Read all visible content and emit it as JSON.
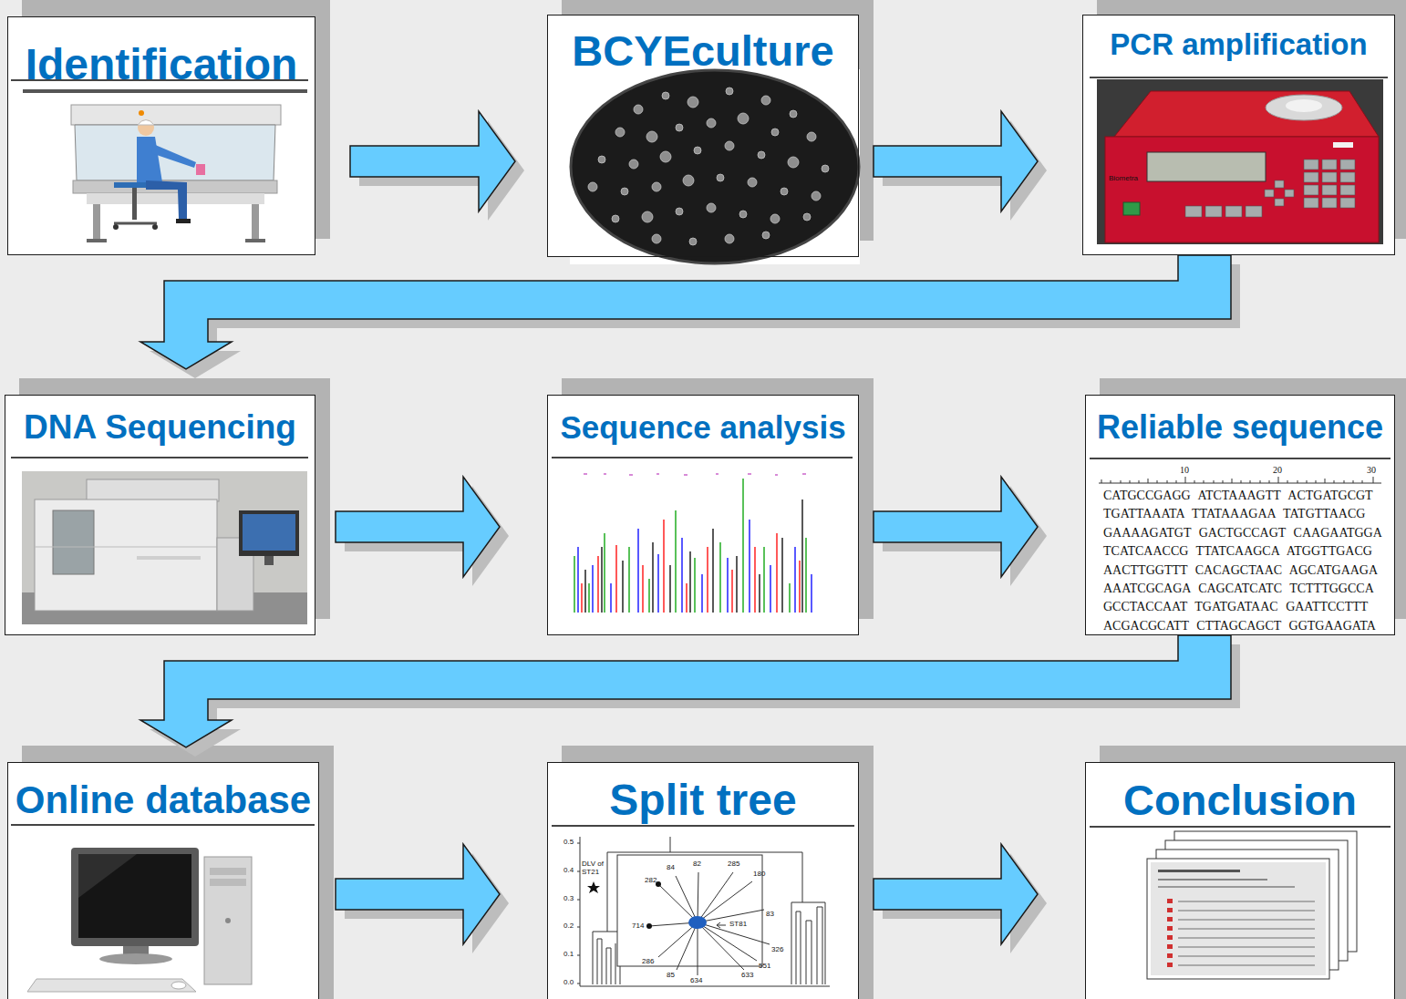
{
  "diagram": {
    "nodes": [
      {
        "text": [
          "Identification"
        ]
      },
      {
        "text": [
          "BCYEculture"
        ]
      },
      {
        "text": [
          "PCR amplification"
        ]
      },
      {
        "text": [
          "DNA Sequencing"
        ]
      },
      {
        "text": [
          "Sequence analysis"
        ]
      },
      {
        "text": [
          "Reliable sequence"
        ]
      },
      {
        "text": [
          "Online database"
        ]
      },
      {
        "text": [
          "Split tree"
        ]
      },
      {
        "text": [
          "Conclusion"
        ]
      }
    ],
    "edges": [
      {
        "from": 0,
        "to": 1,
        "arrow": "to"
      },
      {
        "from": 1,
        "to": 2,
        "arrow": "to"
      },
      {
        "from": 2,
        "to": 3,
        "arrow": "to"
      },
      {
        "from": 3,
        "to": 4,
        "arrow": "to"
      },
      {
        "from": 4,
        "to": 5,
        "arrow": "to"
      },
      {
        "from": 5,
        "to": 6,
        "arrow": "to"
      },
      {
        "from": 6,
        "to": 7,
        "arrow": "to"
      },
      {
        "from": 7,
        "to": 8,
        "arrow": "to"
      }
    ],
    "labels": [
      "Biometra",
      "10",
      "20",
      "30",
      "CATGCCGAGG ATCTAAAGTT ACTGATGCGT",
      "TGATTAAATA TTATAAAGAA TATGTTAACG",
      "GAAAAGATGT GACTGCCAGT CAAGAATGGA",
      "TCATCAACCG TTATCAAGCA ATGGTTGACG",
      "AACTTGGTTT CACAGCTAAC AGCATGAAGA",
      "AAATCGCAGA CAGCATCATC TCTTTGGCCA",
      "GCCTACCAAT TGATGATAAC GAATTCCTTT",
      "ACGACGCATT CTTAGCAGCT GGTGAAGATA",
      "0.5",
      "0.4",
      "0.3",
      "0.2",
      "0.1",
      "0.0",
      "DLV of ST21",
      "84",
      "82",
      "285",
      "180",
      "83",
      "282",
      "714",
      "ST81",
      "326",
      "551",
      "286",
      "85",
      "634",
      "633"
    ]
  }
}
